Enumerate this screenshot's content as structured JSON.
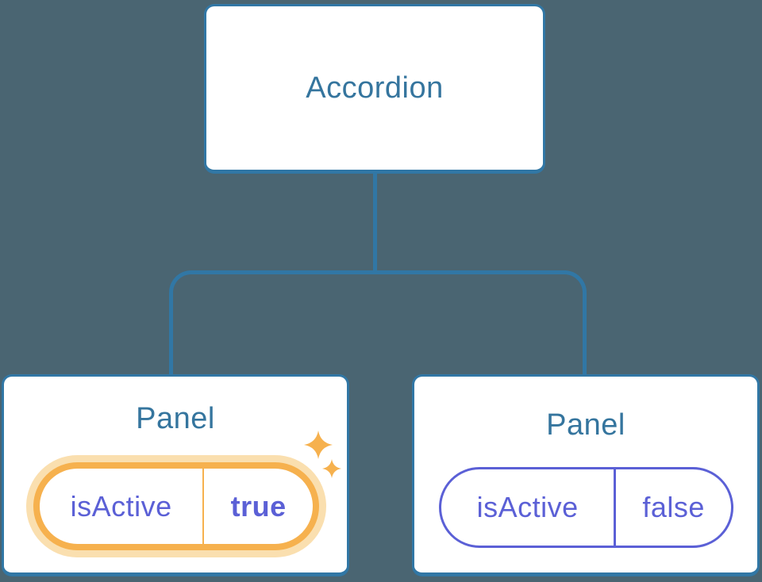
{
  "palette": {
    "background": "#4A6572",
    "node_border": "#3177A5",
    "node_text": "#35759E",
    "highlight_orange": "#F6B14E",
    "highlight_glow": "#FADFAF",
    "prop_purple": "#5B60D6"
  },
  "tree": {
    "root": {
      "label": "Accordion"
    },
    "children": [
      {
        "label": "Panel",
        "highlighted": true,
        "prop": {
          "name": "isActive",
          "value": "true"
        }
      },
      {
        "label": "Panel",
        "highlighted": false,
        "prop": {
          "name": "isActive",
          "value": "false"
        }
      }
    ]
  }
}
